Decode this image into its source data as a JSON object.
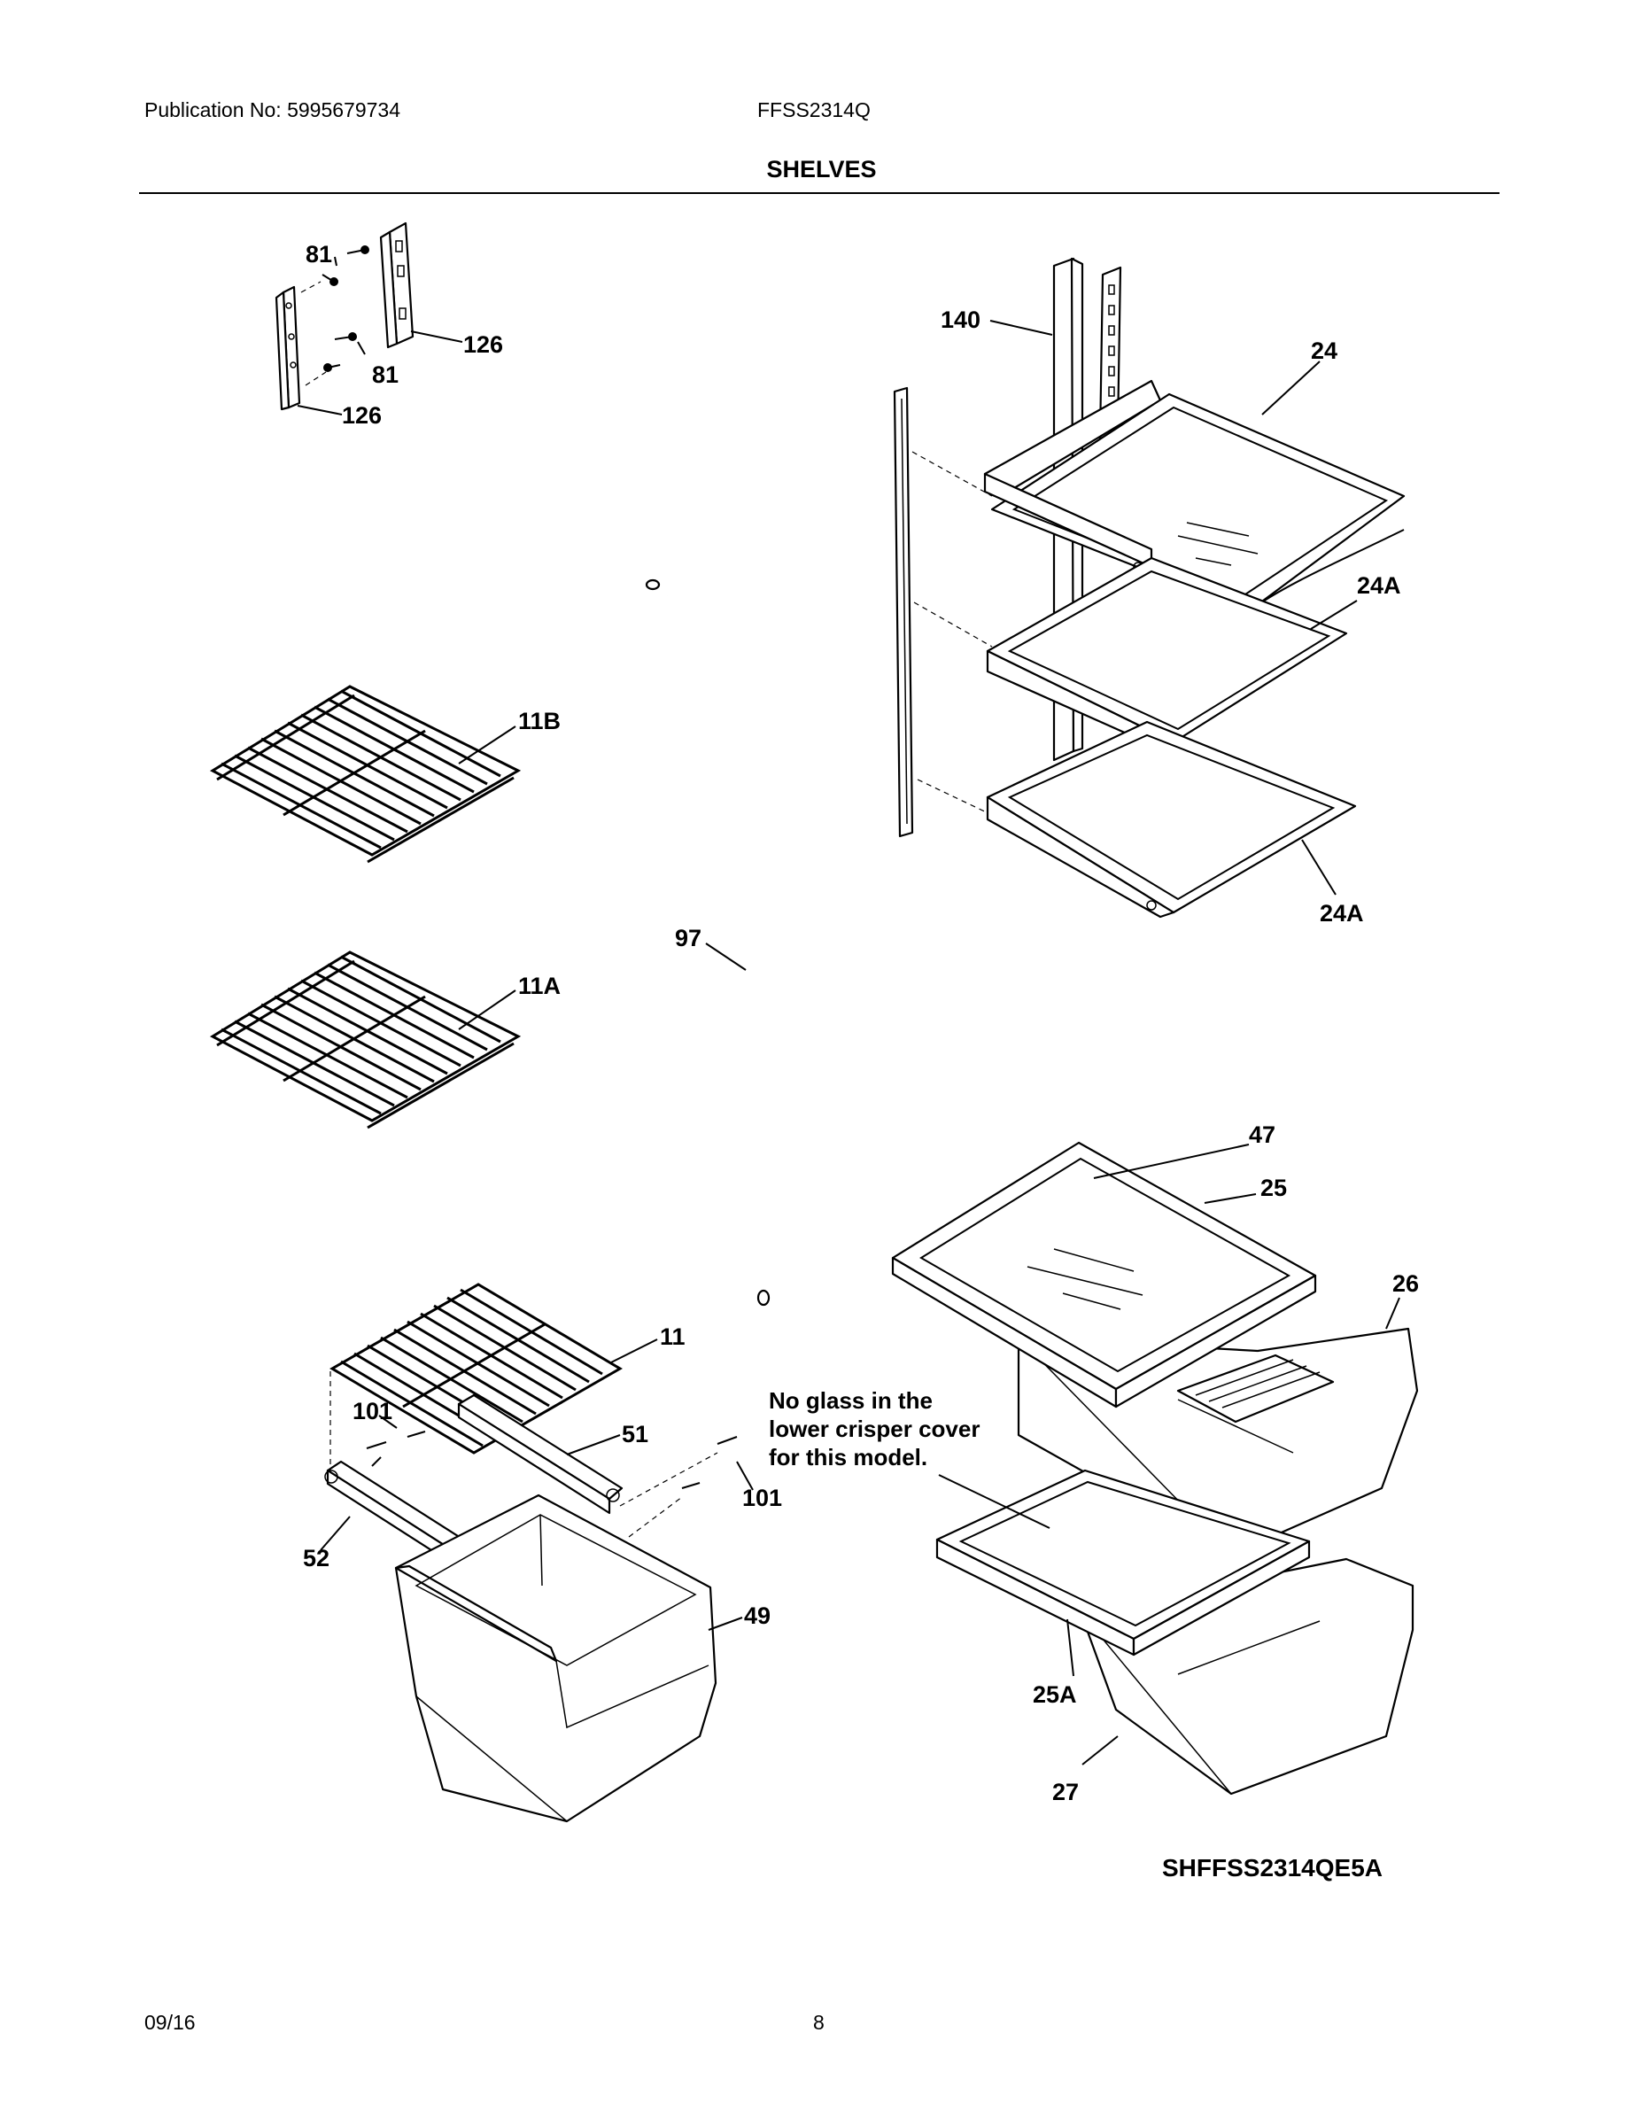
{
  "header": {
    "publication": "Publication No: 5995679734",
    "model": "FFSS2314Q",
    "section_title": "SHELVES"
  },
  "callouts": {
    "p81a": "81",
    "p126a": "126",
    "p81b": "81",
    "p126b": "126",
    "p140": "140",
    "p24": "24",
    "p24A_top": "24A",
    "p24A_bottom": "24A",
    "p11B": "11B",
    "p11A": "11A",
    "p97": "97",
    "p47": "47",
    "p25": "25",
    "p26": "26",
    "p11": "11",
    "p101a": "101",
    "p51": "51",
    "p101b": "101",
    "p52": "52",
    "p49": "49",
    "p25A": "25A",
    "p27": "27"
  },
  "note": {
    "line1": "No glass in the",
    "line2": "lower crisper cover",
    "line3": "for this model."
  },
  "diagram_code": "SHFFSS2314QE5A",
  "footer": {
    "date": "09/16",
    "page": "8"
  }
}
